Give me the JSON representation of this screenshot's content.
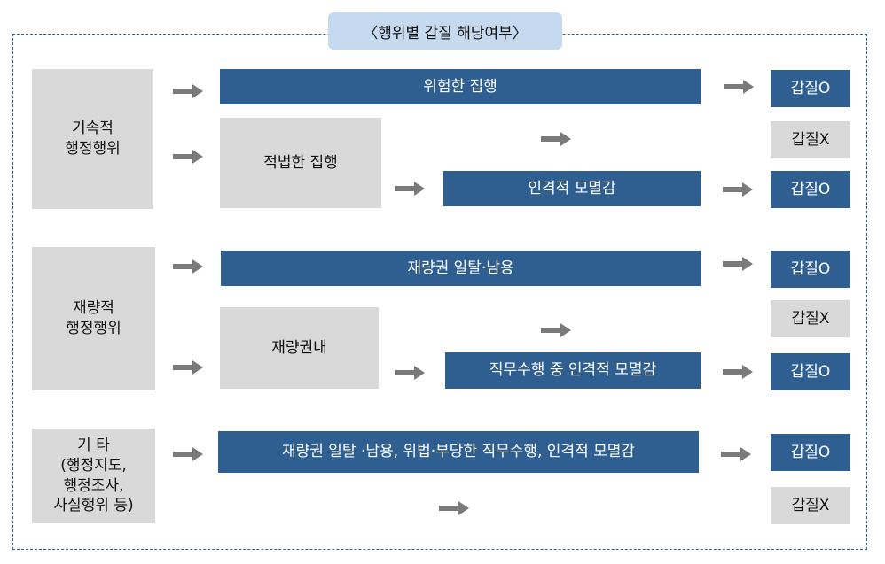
{
  "title": "〈행위별 갑질 해당여부〉",
  "groups": {
    "discretionary_bound": {
      "label": "기속적\n행정행위",
      "dangerous_execution": "위험한 집행",
      "lawful_execution": "적법한 집행",
      "dignity_insult": "인격적 모멸감",
      "result1": "갑질O",
      "result2": "갑질X",
      "result3": "갑질O"
    },
    "discretionary": {
      "label": "재량적\n행정행위",
      "abuse": "재량권 일탈·남용",
      "within": "재량권내",
      "duty_insult": "직무수행 중 인격적 모멸감",
      "result1": "갑질O",
      "result2": "갑질X",
      "result3": "갑질O"
    },
    "other": {
      "label": "기 타\n(행정지도,\n행정조사,\n사실행위 등)",
      "combined": "재량권 일탈 ·남용, 위법·부당한 직무수행, 인격적 모멸감",
      "result1": "갑질O",
      "result2": "갑질X"
    }
  }
}
